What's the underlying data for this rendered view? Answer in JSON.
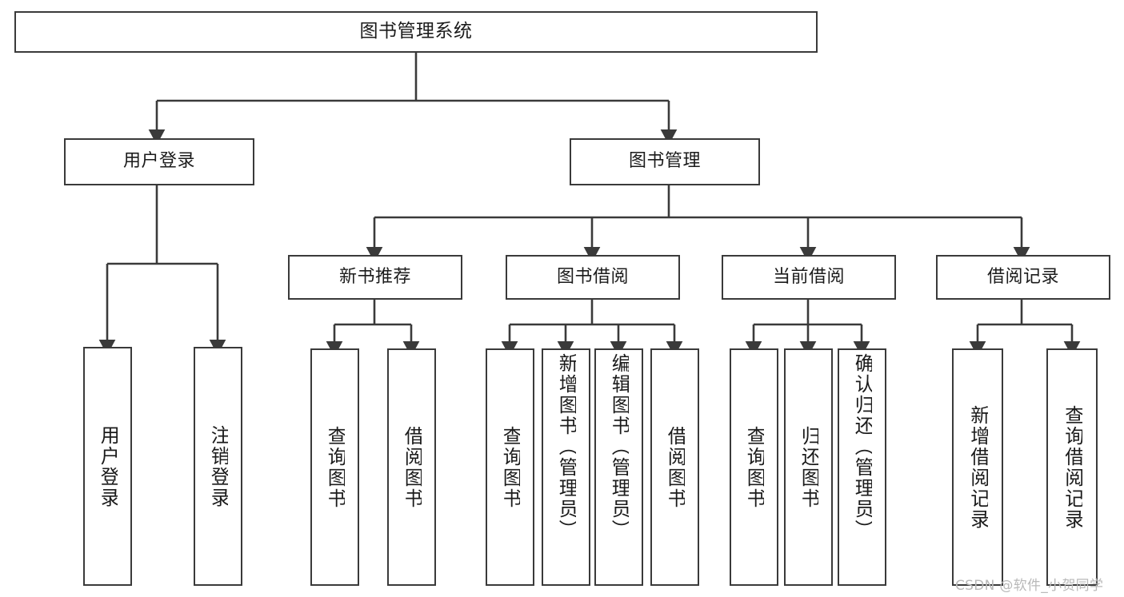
{
  "diagram": {
    "title": "图书管理系统",
    "type": "tree",
    "orientation": "top-down",
    "line_color": "#3a3a3a",
    "box_fill": "#ffffff",
    "text_color": "#1b1b1b",
    "watermark": "CSDN @软件_小贺同学",
    "watermark_color": "#b9b9b9"
  },
  "nodes": {
    "root": {
      "label": "图书管理系统"
    },
    "level2": [
      {
        "id": "user-login",
        "label": "用户登录"
      },
      {
        "id": "book-management",
        "label": "图书管理"
      }
    ],
    "level3": [
      {
        "id": "new-book-recommend",
        "label": "新书推荐"
      },
      {
        "id": "book-borrow",
        "label": "图书借阅"
      },
      {
        "id": "current-borrow",
        "label": "当前借阅"
      },
      {
        "id": "borrow-record",
        "label": "借阅记录"
      }
    ],
    "leaves": {
      "user-login": [
        {
          "id": "leaf-user-login",
          "label": "用户登录"
        },
        {
          "id": "leaf-logout",
          "label": "注销登录"
        }
      ],
      "new-book-recommend": [
        {
          "id": "leaf-query-book-1",
          "label": "查询图书"
        },
        {
          "id": "leaf-borrow-book-1",
          "label": "借阅图书"
        }
      ],
      "book-borrow": [
        {
          "id": "leaf-query-book-2",
          "label": "查询图书"
        },
        {
          "id": "leaf-add-book",
          "label": "新增图书（管理员）"
        },
        {
          "id": "leaf-edit-book",
          "label": "编辑图书（管理员）"
        },
        {
          "id": "leaf-borrow-book-2",
          "label": "借阅图书"
        }
      ],
      "current-borrow": [
        {
          "id": "leaf-query-book-3",
          "label": "查询图书"
        },
        {
          "id": "leaf-return-book",
          "label": "归还图书"
        },
        {
          "id": "leaf-confirm-return",
          "label": "确认归还（管理员）"
        }
      ],
      "borrow-record": [
        {
          "id": "leaf-add-record",
          "label": "新增借阅记录"
        },
        {
          "id": "leaf-query-record",
          "label": "查询借阅记录"
        }
      ]
    }
  }
}
